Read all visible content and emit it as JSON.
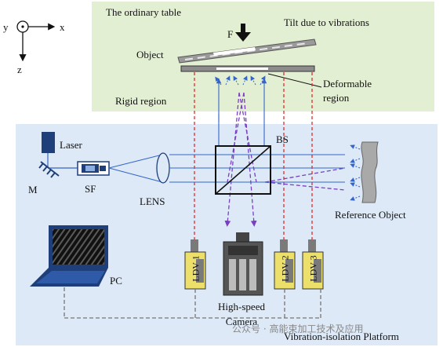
{
  "axes": {
    "y": "y",
    "x": "x",
    "z": "z"
  },
  "table": {
    "title": "The ordinary table",
    "force_label": "F",
    "tilt_label": "Tilt due to vibrations",
    "object_label": "Object",
    "rigid_label": "Rigid region",
    "deformable_label": "Deformable region"
  },
  "platform": {
    "laser_label": "Laser",
    "mirror_label": "M",
    "sf_label": "SF",
    "lens_label": "LENS",
    "bs_label": "BS",
    "reference_label": "Reference Object",
    "pc_label": "PC",
    "ldv1_label": "LDV 1",
    "ldv2_label": "LDV 2",
    "ldv3_label": "LDV 3",
    "camera_label": "High-speed Camera",
    "platform_label": "Vibration-isolation Platform"
  },
  "watermark": "公众号 · 高能束加工技术及应用",
  "colors": {
    "table_bg": "#e3efd3",
    "platform_bg": "#dde9f6",
    "laser_blue": "#1f3f7a",
    "ldv_yellow": "#ede06a",
    "red_dash": "#e12b2b",
    "purple_dash": "#7a3fc0",
    "beam_blue": "#3466c9"
  }
}
